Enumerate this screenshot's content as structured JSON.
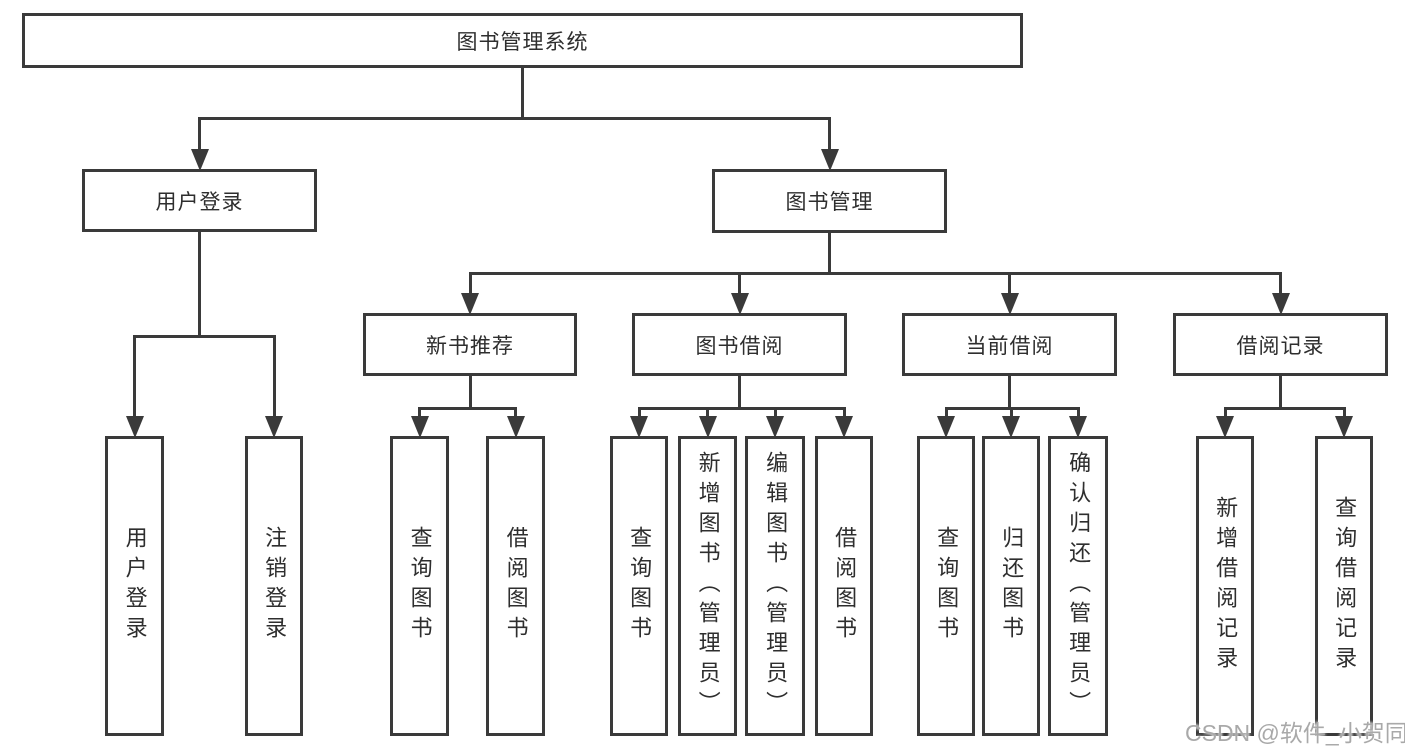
{
  "diagram_title": "图书管理系统",
  "watermark": "CSDN @软件_小贺同学",
  "colors": {
    "line": "#3a3a3a",
    "text": "#2e2e2e",
    "watermark": "#a9a9a9",
    "background": "#ffffff"
  },
  "tree": {
    "id": "root",
    "label": "图书管理系统",
    "children": [
      {
        "id": "user-login",
        "label": "用户登录",
        "children": [
          {
            "id": "user-login-action",
            "label": "用户登录"
          },
          {
            "id": "logout-action",
            "label": "注销登录"
          }
        ]
      },
      {
        "id": "book-mgmt",
        "label": "图书管理",
        "children": [
          {
            "id": "new-book-rec",
            "label": "新书推荐",
            "children": [
              {
                "id": "query-book-1",
                "label": "查询图书"
              },
              {
                "id": "borrow-book-1",
                "label": "借阅图书"
              }
            ]
          },
          {
            "id": "book-borrow",
            "label": "图书借阅",
            "children": [
              {
                "id": "query-book-2",
                "label": "查询图书"
              },
              {
                "id": "add-book",
                "label": "新增图书（管理员）"
              },
              {
                "id": "edit-book",
                "label": "编辑图书（管理员）"
              },
              {
                "id": "borrow-book-2",
                "label": "借阅图书"
              }
            ]
          },
          {
            "id": "current-borrow",
            "label": "当前借阅",
            "children": [
              {
                "id": "query-book-3",
                "label": "查询图书"
              },
              {
                "id": "return-book",
                "label": "归还图书"
              },
              {
                "id": "confirm-return",
                "label": "确认归还（管理员）"
              }
            ]
          },
          {
            "id": "borrow-record",
            "label": "借阅记录",
            "children": [
              {
                "id": "add-borrow-record",
                "label": "新增借阅记录"
              },
              {
                "id": "query-borrow-record",
                "label": "查询借阅记录"
              }
            ]
          }
        ]
      }
    ]
  }
}
